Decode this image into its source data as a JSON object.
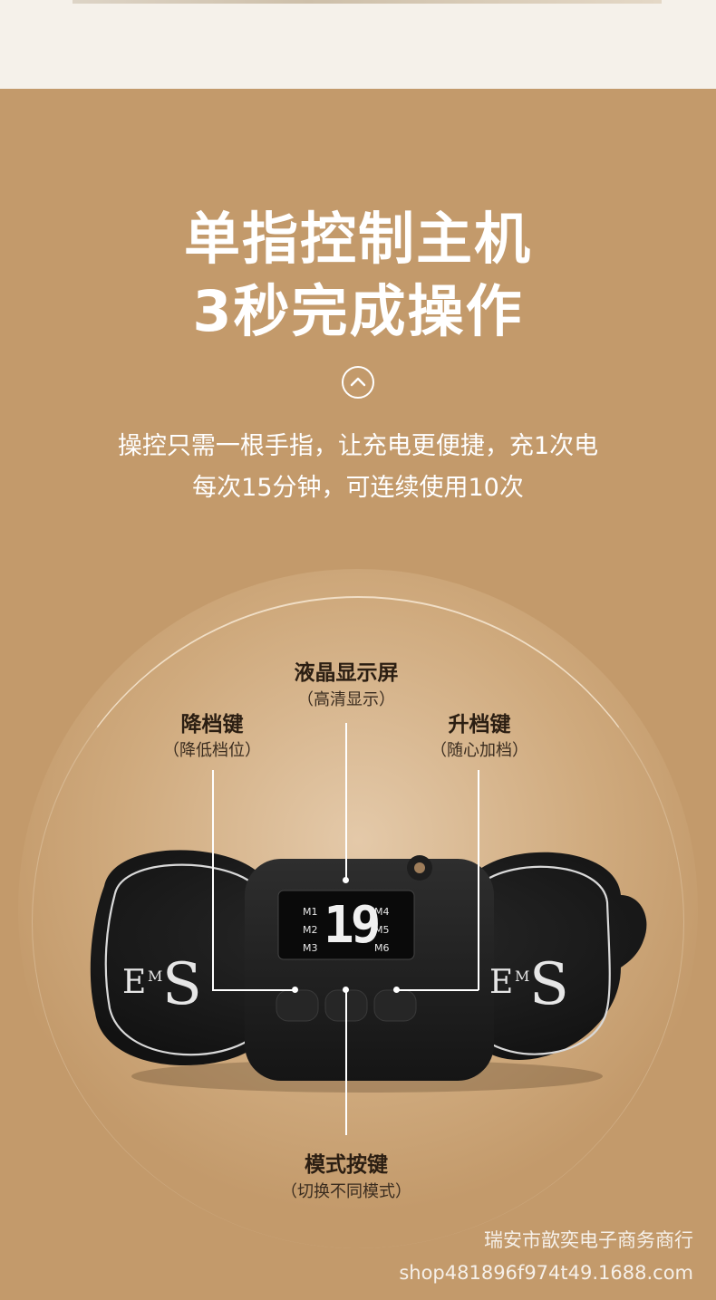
{
  "headline": {
    "line1": "单指控制主机",
    "line2": "3秒完成操作"
  },
  "description": {
    "line1": "操控只需一根手指，让充电更便捷，充1次电",
    "line2": "每次15分钟，可连续使用10次"
  },
  "icons": {
    "chevron": "chevron-up-icon"
  },
  "callouts": {
    "lcd": {
      "title": "液晶显示屏",
      "sub": "（高清显示）"
    },
    "down": {
      "title": "降档键",
      "sub": "（降低档位）"
    },
    "up": {
      "title": "升档键",
      "sub": "（随心加档）"
    },
    "mode": {
      "title": "模式按键",
      "sub": "（切换不同模式）"
    }
  },
  "device": {
    "lcd_digits": "19",
    "modes_left": [
      "M1",
      "M2",
      "M3"
    ],
    "modes_right": [
      "M4",
      "M5",
      "M6"
    ],
    "logo": "EMS"
  },
  "footer": {
    "shop_name": "瑞安市歆奕电子商务商行",
    "shop_url": "shop481896f974t49.1688.com"
  },
  "colors": {
    "background": "#c39a6b",
    "top_band": "#f5f1ea",
    "device": "#1c1c1c"
  }
}
